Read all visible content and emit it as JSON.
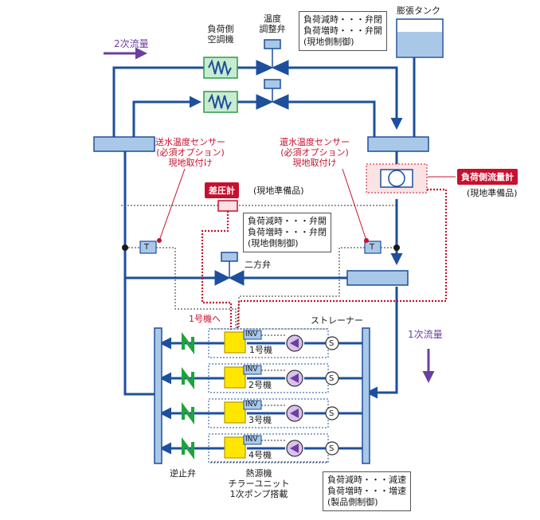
{
  "flow": {
    "secondary_label": "2次流量",
    "primary_label": "1次流量"
  },
  "tank": {
    "label": "膨張タンク"
  },
  "coil": {
    "label_1": "負荷側",
    "label_2": "空調機"
  },
  "temp_valve": {
    "label_1": "温度",
    "label_2": "調整弁"
  },
  "note_top": {
    "line1": "負荷減時・・・弁閉",
    "line2": "負荷増時・・・弁開",
    "line3": "(現地側制御)"
  },
  "supply_sensor": {
    "line1": "送水温度センサー",
    "line2": "(必須オプション)",
    "line3": "現地取付け"
  },
  "return_sensor": {
    "line1": "還水温度センサー",
    "line2": "(必須オプション)",
    "line3": "現地取付け"
  },
  "flow_meter": {
    "badge": "負荷側流量計",
    "sub": "(現地準備品)"
  },
  "dp_meter": {
    "badge": "差圧計",
    "sub": "(現地準備品)"
  },
  "note_mid": {
    "line1": "負荷減時・・・弁開",
    "line2": "負荷増時・・・弁閉",
    "line3": "(現地側制御)"
  },
  "sensor_symbol": "T",
  "two_way_valve": "二方弁",
  "to_unit1": "1号機へ",
  "strainer_label": "ストレーナー",
  "strainer_symbol": "S",
  "inv_label": "INV",
  "units": [
    "1号機",
    "2号機",
    "3号機",
    "4号機"
  ],
  "check_valve_label": "逆止弁",
  "source": {
    "line1": "熱源機",
    "line2": "チラーユニット",
    "line3": "1次ポンプ搭載"
  },
  "note_bottom": {
    "line1": "負荷減時・・・減速",
    "line2": "負荷増時・・・増速",
    "line3": "(製品側制御)"
  },
  "colors": {
    "pipe": "#1d4f9c",
    "header_fill": "#a9c8e8",
    "coil_fill": "#c8ecd0",
    "coil_stroke": "#2e9a4a",
    "inv_fill": "#ffe600",
    "pump_fill": "#d9c3ea",
    "red": "#c8102e",
    "purple": "#6b3fa0",
    "check_valve": "#1fa33c"
  }
}
